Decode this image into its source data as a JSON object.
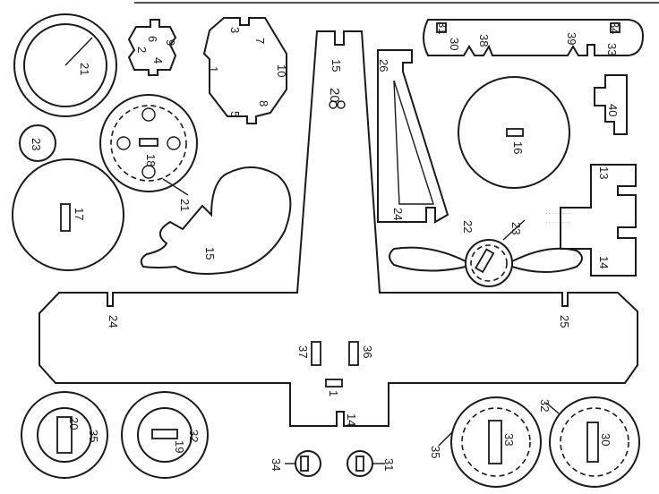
{
  "sheet": {
    "parts": [
      {
        "id": "ring-21",
        "label": "21"
      },
      {
        "id": "piece-top-left",
        "labels": [
          "6",
          "9",
          "2",
          "4"
        ]
      },
      {
        "id": "piece-octagon",
        "labels": [
          "3",
          "7",
          "1",
          "10",
          "5",
          "8"
        ]
      },
      {
        "id": "fuselage-top",
        "labels": [
          "15",
          "20"
        ]
      },
      {
        "id": "strip-top-right",
        "labels": [
          "31",
          "30",
          "38",
          "39",
          "34",
          "33"
        ]
      },
      {
        "id": "circle-23",
        "label": "23"
      },
      {
        "id": "disc-18",
        "labels": [
          "18",
          "21"
        ]
      },
      {
        "id": "triangle-26-24",
        "labels": [
          "26",
          "24"
        ]
      },
      {
        "id": "disc-16",
        "label": "16"
      },
      {
        "id": "block-40",
        "label": "40"
      },
      {
        "id": "disc-17",
        "label": "17"
      },
      {
        "id": "tail-15",
        "label": "15"
      },
      {
        "id": "propeller",
        "labels": [
          "22",
          "23"
        ]
      },
      {
        "id": "comb-13-14",
        "labels": [
          "13",
          "14"
        ]
      },
      {
        "id": "wing",
        "labels": [
          "24",
          "25",
          "37",
          "36",
          "1",
          "14"
        ]
      },
      {
        "id": "wheel-20-35",
        "labels": [
          "20",
          "35"
        ]
      },
      {
        "id": "wheel-19-32",
        "labels": [
          "19",
          "32"
        ]
      },
      {
        "id": "hub-34",
        "label": "34"
      },
      {
        "id": "hub-31",
        "label": "31"
      },
      {
        "id": "wheel-33-35",
        "labels": [
          "33",
          "35"
        ]
      },
      {
        "id": "wheel-30-32",
        "labels": [
          "30",
          "32"
        ]
      }
    ]
  }
}
